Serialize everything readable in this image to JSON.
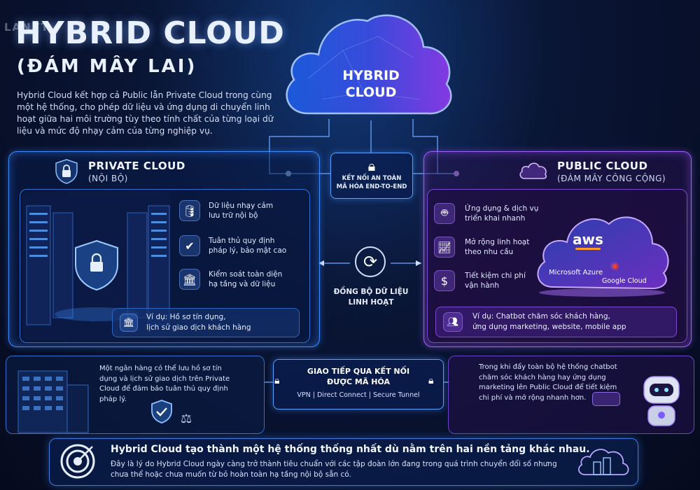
{
  "logo": "LANYT",
  "title": {
    "line1": "HYBRID CLOUD",
    "line2": "(ĐÁM MÂY LAI)"
  },
  "intro": "Hybrid Cloud kết hợp cả Public lẫn Private Cloud trong cùng một hệ thống, cho phép dữ liệu và ứng dụng di chuyển linh hoạt giữa hai môi trường tùy theo tính chất của từng loại dữ liệu và mức độ nhạy cảm của từng nghiệp vụ.",
  "hero": {
    "line1": "HYBRID",
    "line2": "CLOUD"
  },
  "secure_link": {
    "line1": "KẾT NỐI AN TOÀN",
    "line2": "MÃ HÓA END-TO-END"
  },
  "private": {
    "title": "PRIVATE CLOUD",
    "subtitle": "(NỘI BỘ)",
    "features": [
      {
        "icon": "database-lock-icon",
        "line1": "Dữ liệu nhạy cảm",
        "line2": "lưu trữ nội bộ"
      },
      {
        "icon": "shield-check-icon",
        "line1": "Tuân thủ quy định",
        "line2": "pháp lý, bảo mật cao"
      },
      {
        "icon": "bank-icon",
        "line1": "Kiểm soát toàn diện",
        "line2": "hạ tầng và dữ liệu"
      }
    ],
    "example_line1": "Ví dụ: Hồ sơ tín dụng,",
    "example_line2": "lịch sử giao dịch khách hàng"
  },
  "public": {
    "title": "PUBLIC CLOUD",
    "subtitle": "(ĐÁM MÂY CÔNG CỘNG)",
    "features": [
      {
        "icon": "robot-icon",
        "line1": "Ứng dụng & dịch vụ",
        "line2": "triển khai nhanh"
      },
      {
        "icon": "growth-chart-icon",
        "line1": "Mở rộng linh hoạt",
        "line2": "theo nhu cầu"
      },
      {
        "icon": "dollar-icon",
        "line1": "Tiết kiệm chi phí",
        "line2": "vận hành"
      }
    ],
    "providers": [
      "aws",
      "Microsoft Azure",
      "Google Cloud"
    ],
    "example_line1": "Ví dụ: Chatbot chăm sóc khách hàng,",
    "example_line2": "ứng dụng marketing, website, mobile app"
  },
  "sync": {
    "line1": "ĐỒNG BỘ DỮ LIỆU",
    "line2": "LINH HOẠT"
  },
  "bank_text": "Một ngân hàng có thể lưu hồ sơ tín dụng và lịch sử giao dịch trên Private Cloud để đảm bảo tuân thủ quy định pháp lý.",
  "connection": {
    "line1": "GIAO TIẾP QUA KẾT NỐI",
    "line2": "ĐƯỢC MÃ HÓA",
    "methods": "VPN  |  Direct Connect  |  Secure Tunnel"
  },
  "bot_text": "Trong khi đẩy toàn bộ hệ thống chatbot chăm sóc khách hàng hay ứng dụng marketing lên Public Cloud để tiết kiệm chi phí và mở rộng nhanh hơn.",
  "footer": {
    "heading": "Hybrid Cloud tạo thành một hệ thống thống nhất dù nằm trên hai nền tảng khác nhau.",
    "body": "Đây là lý do Hybrid Cloud ngày càng trở thành tiêu chuẩn với các tập đoàn lớn đang trong quá trình chuyển đổi số nhưng chưa thể hoặc chưa muốn từ bỏ hoàn toàn hạ tầng nội bộ sẵn có."
  },
  "colors": {
    "private_accent": "#3c8cff",
    "public_accent": "#a060ff"
  }
}
